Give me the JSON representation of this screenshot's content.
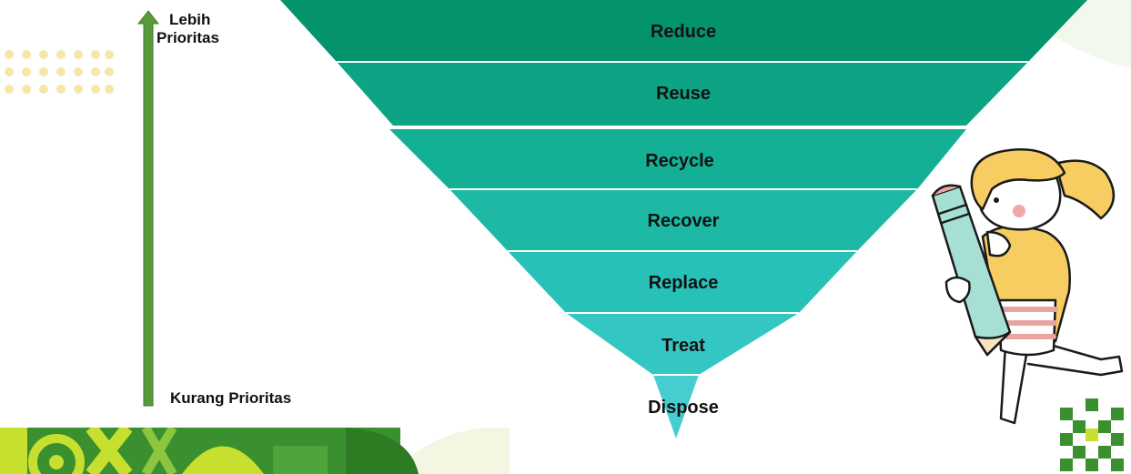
{
  "priority_axis": {
    "top_label_line1": "Lebih",
    "top_label_line2": "Prioritas",
    "bottom_label": "Kurang Prioritas",
    "arrow_color": "#5b9a3c"
  },
  "hierarchy": {
    "levels": [
      {
        "label": "Reduce",
        "color": "#03946d"
      },
      {
        "label": "Reuse",
        "color": "#0da486"
      },
      {
        "label": "Recycle",
        "color": "#14b096"
      },
      {
        "label": "Recover",
        "color": "#1db9a5"
      },
      {
        "label": "Replace",
        "color": "#28c1b7"
      },
      {
        "label": "Treat",
        "color": "#34c6c3"
      },
      {
        "label": "Dispose",
        "color": "#46cdd0"
      }
    ]
  },
  "decorations": {
    "illustration": "girl-holding-pencil",
    "dot_color": "#f6e7a8",
    "brand_green": "#3a8f2e",
    "brand_yellow": "#c7df2f"
  }
}
